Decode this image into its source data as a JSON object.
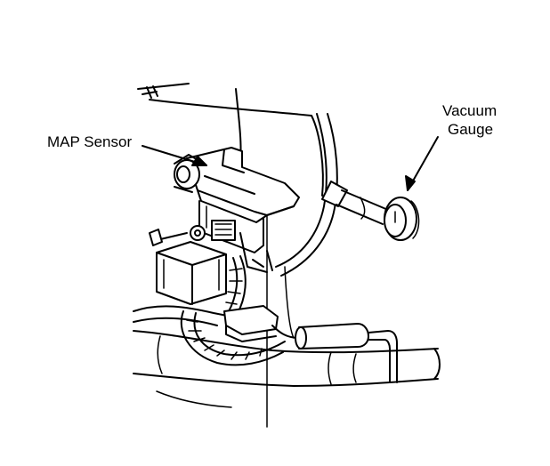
{
  "labels": {
    "map_sensor": "MAP Sensor",
    "vacuum_line1": "Vacuum",
    "vacuum_line2": "Gauge"
  },
  "colors": {
    "ink": "#000000",
    "paper": "#ffffff"
  }
}
